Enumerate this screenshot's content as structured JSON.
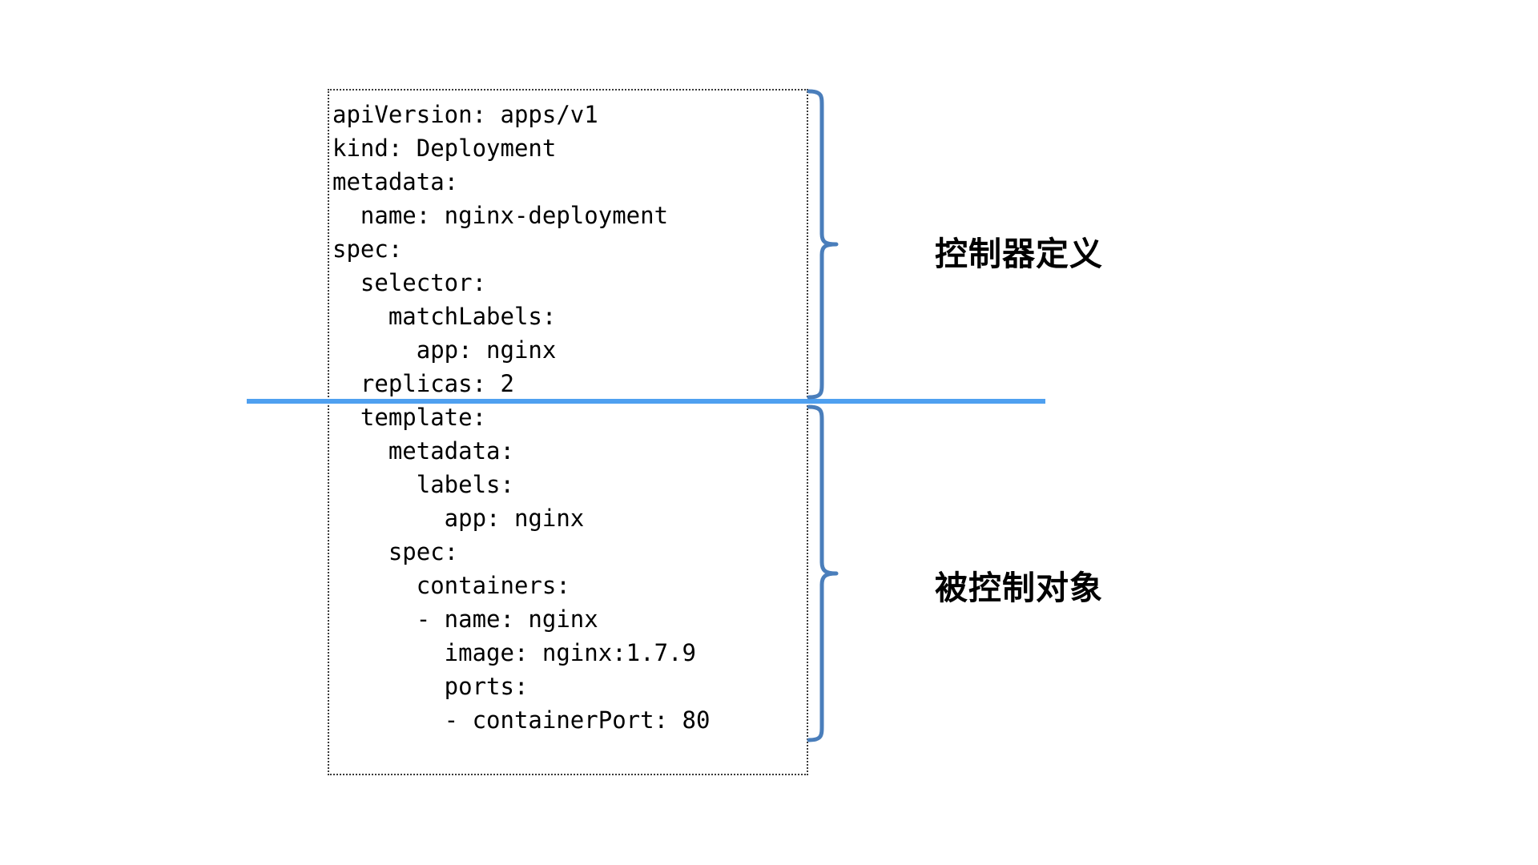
{
  "diagram": {
    "title": "Kubernetes Deployment YAML annotated diagram",
    "accent_blue": "#4fa0f0",
    "brace_blue": "#4a7ebb",
    "border_color": "#3a3a3a",
    "text_color": "#000000"
  },
  "code": {
    "language": "yaml",
    "lines": [
      "apiVersion: apps/v1",
      "kind: Deployment",
      "metadata:",
      "  name: nginx-deployment",
      "spec:",
      "  selector:",
      "    matchLabels:",
      "      app: nginx",
      "  replicas: 2",
      "  template:",
      "    metadata:",
      "      labels:",
      "        app: nginx",
      "    spec:",
      "      containers:",
      "      - name: nginx",
      "        image: nginx:1.7.9",
      "        ports:",
      "        - containerPort: 80"
    ]
  },
  "annotations": {
    "upper": {
      "label": "控制器定义",
      "brace_name": "upper-brace",
      "covers_lines": "1-9"
    },
    "lower": {
      "label": "被控制对象",
      "brace_name": "lower-brace",
      "covers_lines": "10-19"
    }
  },
  "divider": {
    "name": "section-divider",
    "color": "#4fa0f0"
  }
}
